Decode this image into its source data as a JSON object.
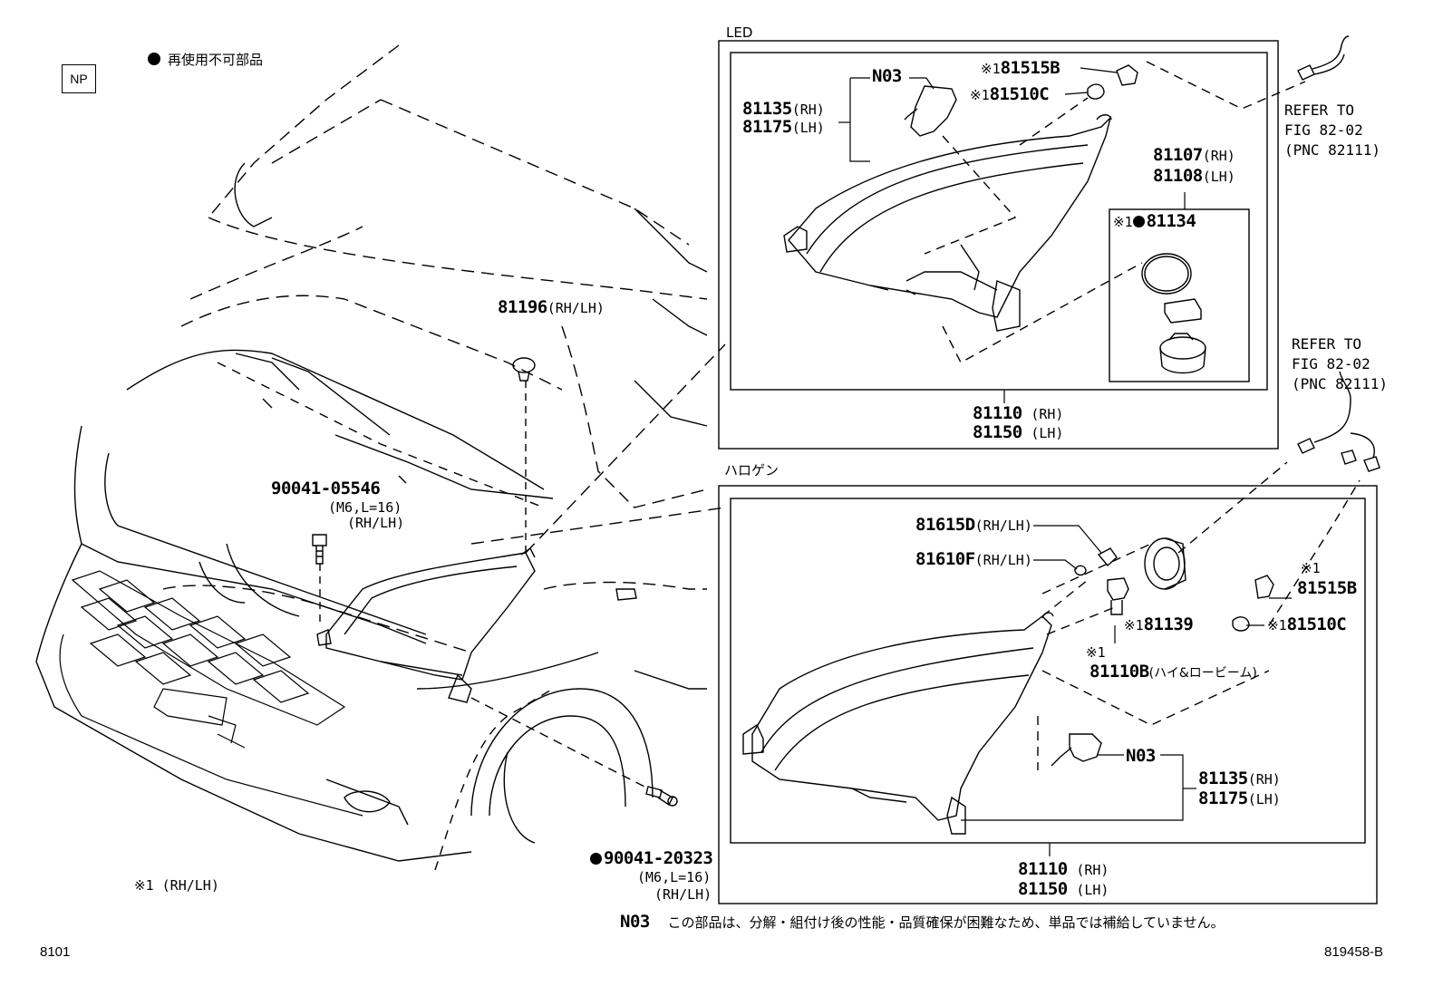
{
  "header": {
    "np_label": "NP",
    "legend_text": "再使用不可部品",
    "note_rhlh": "※1 (RH/LH)",
    "fig_code": "8101",
    "illustration_code": "819458-B"
  },
  "sections": {
    "led_title": "LED",
    "halogen_title": "ハロゲン"
  },
  "parts": {
    "p81196": {
      "no": "81196",
      "spec": "(RH/LH)"
    },
    "p9004105546": {
      "no": "90041-05546",
      "spec1": "(M6,L=16)",
      "spec2": "(RH/LH)"
    },
    "p9004120323": {
      "no": "90041-20323",
      "spec1": "(M6,L=16)",
      "spec2": "(RH/LH)"
    },
    "led_n03": "N03",
    "led_81135": {
      "no": "81135",
      "side": "(RH)"
    },
    "led_81175": {
      "no": "81175",
      "side": "(LH)"
    },
    "led_81515B": {
      "mark": "※1",
      "no": "81515B"
    },
    "led_81510C": {
      "mark": "※1",
      "no": "81510C"
    },
    "led_81107": {
      "no": "81107",
      "side": "(RH)"
    },
    "led_81108": {
      "no": "81108",
      "side": "(LH)"
    },
    "led_81134": {
      "mark": "※1",
      "no": "81134"
    },
    "led_81110": {
      "no": "81110",
      "side": "(RH)"
    },
    "led_81150": {
      "no": "81150",
      "side": "(LH)"
    },
    "hal_81615D": {
      "no": "81615D",
      "spec": "(RH/LH)"
    },
    "hal_81610F": {
      "no": "81610F",
      "spec": "(RH/LH)"
    },
    "hal_81139": {
      "mark": "※1",
      "no": "81139"
    },
    "hal_81515B": {
      "mark": "※1",
      "no": "81515B"
    },
    "hal_81510C": {
      "mark": "※1",
      "no": "81510C"
    },
    "hal_81110B": {
      "mark": "※1",
      "no": "81110B",
      "spec": "(ハイ&ロービーム)"
    },
    "hal_n03": "N03",
    "hal_81135": {
      "no": "81135",
      "side": "(RH)"
    },
    "hal_81175": {
      "no": "81175",
      "side": "(LH)"
    },
    "hal_81110": {
      "no": "81110",
      "side": "(RH)"
    },
    "hal_81150": {
      "no": "81150",
      "side": "(LH)"
    }
  },
  "refs": {
    "top": {
      "l1": "REFER TO",
      "l2": "FIG 82-02",
      "l3": "(PNC 82111)"
    },
    "mid": {
      "l1": "REFER TO",
      "l2": "FIG 82-02",
      "l3": "(PNC 82111)"
    }
  },
  "footnote": {
    "code": "N03",
    "text": "この部品は、分解・組付け後の性能・品質確保が困難なため、単品では補給していません。"
  }
}
